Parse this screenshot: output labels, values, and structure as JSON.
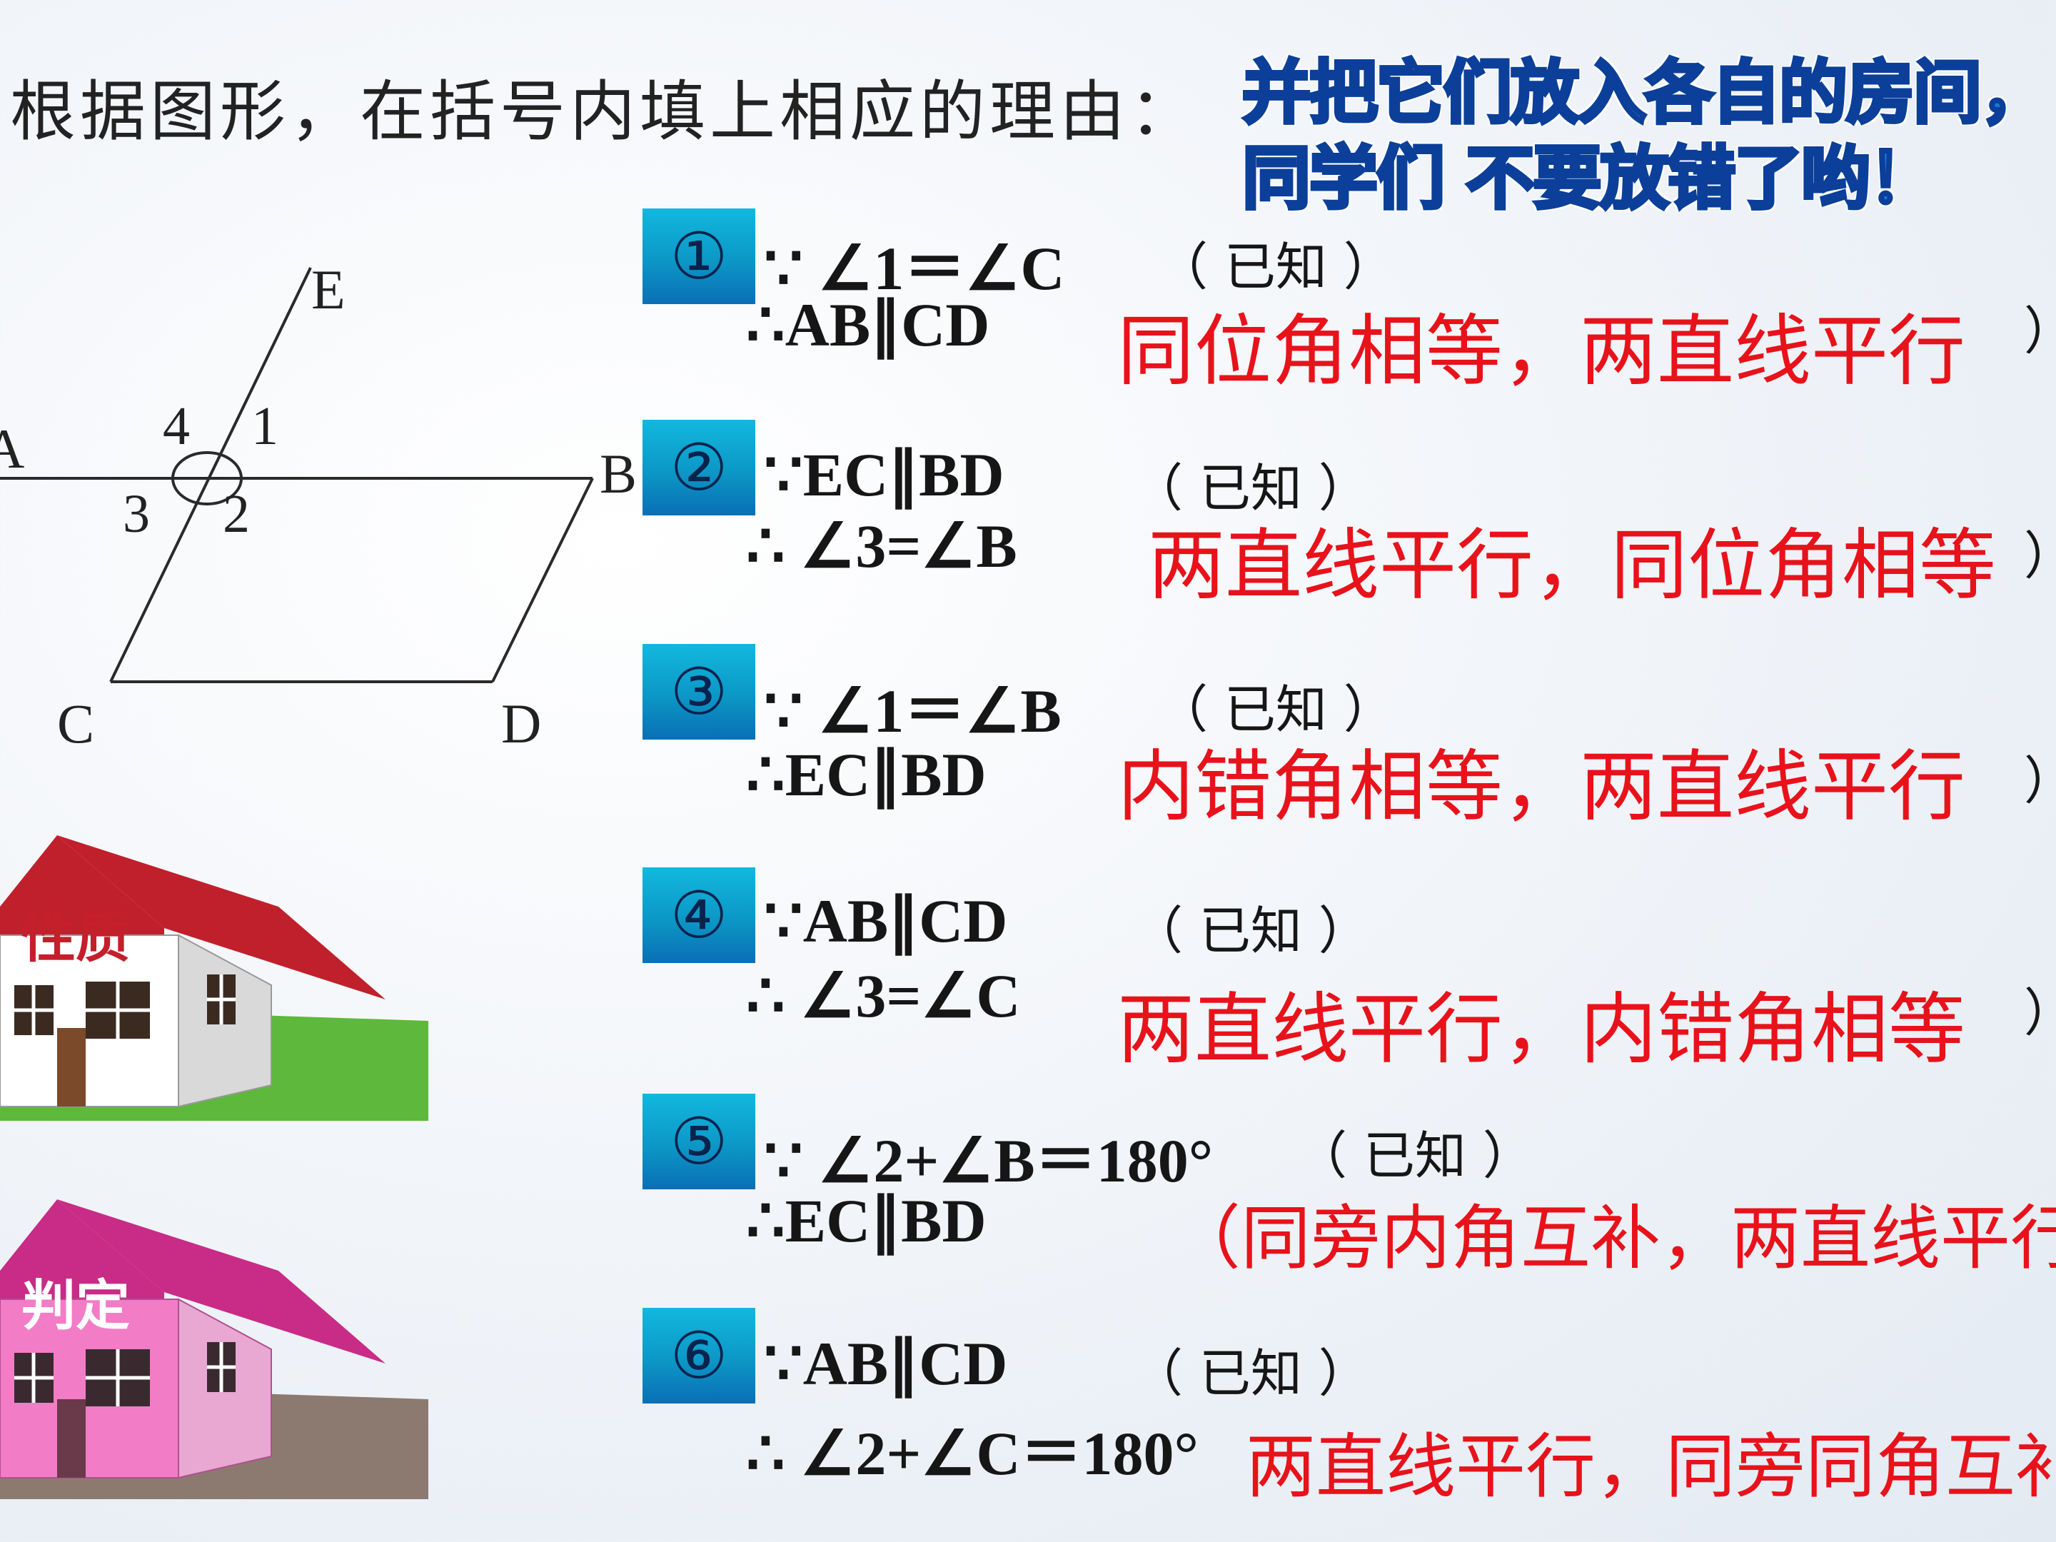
{
  "instruction": "根据图形，在括号内填上相应的理由：",
  "hint": {
    "line1": "并把它们放入各自的房间，",
    "line2": "同学们 不要放错了哟！"
  },
  "figure": {
    "points": {
      "E": "E",
      "A": "A",
      "B": "B",
      "C": "C",
      "D": "D"
    },
    "angles": {
      "a1": "1",
      "a2": "2",
      "a3": "3",
      "a4": "4"
    }
  },
  "houses": [
    {
      "label": "性质",
      "roof_color": "#c0202c",
      "wall_color": "#ffffff",
      "ground_color": "#5db83c"
    },
    {
      "label": "判定",
      "roof_color": "#c82c86",
      "wall_color": "#f27cc6",
      "ground_color": "#8c7a70"
    }
  ],
  "items": [
    {
      "num": "①",
      "premise": "∵ ∠1＝∠C",
      "known": "（ 已知 ）",
      "conclusion": "∴AB∥CD",
      "reason": "同位角相等，两直线平行",
      "tail": "）"
    },
    {
      "num": "②",
      "premise": "∵EC∥BD",
      "known": "（ 已知 ）",
      "conclusion": "∴ ∠3=∠B",
      "reason": "两直线平行，同位角相等",
      "tail": "）"
    },
    {
      "num": "③",
      "premise": "∵ ∠1＝∠B",
      "known": "（ 已知 ）",
      "conclusion": "∴EC∥BD",
      "reason": "内错角相等，两直线平行",
      "tail": "）"
    },
    {
      "num": "④",
      "premise": "∵AB∥CD",
      "known": "（ 已知 ）",
      "conclusion": "∴ ∠3=∠C",
      "reason": "两直线平行，内错角相等",
      "tail": "）"
    },
    {
      "num": "⑤",
      "premise": "∵ ∠2+∠B＝180°",
      "known": "（ 已知 ）",
      "conclusion": "∴EC∥BD",
      "reason": "（同旁内角互补，两直线平行",
      "tail": ""
    },
    {
      "num": "⑥",
      "premise": "∵AB∥CD",
      "known": "（ 已知 ）",
      "conclusion": "∴ ∠2+∠C＝180°",
      "reason": "两直线平行，同旁同角互补",
      "tail": ""
    }
  ]
}
